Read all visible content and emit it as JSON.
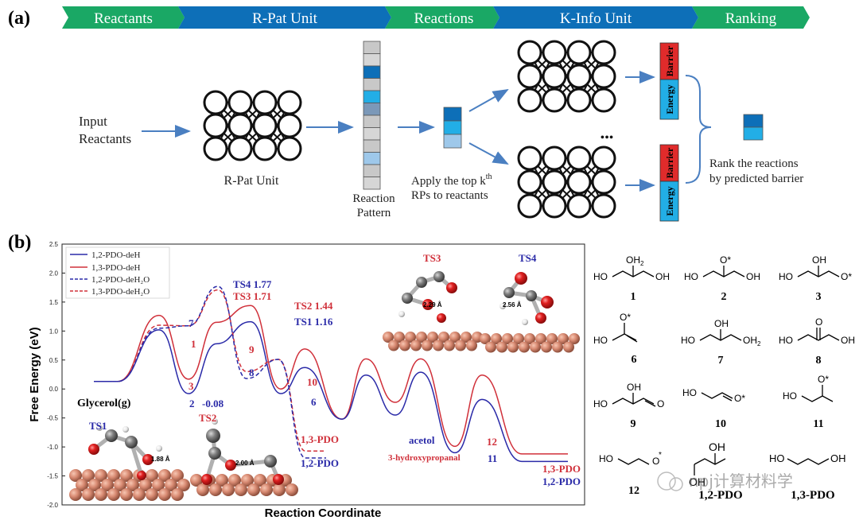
{
  "panel_a": {
    "label": "(a)",
    "steps": [
      "Reactants",
      "R-Pat Unit",
      "Reactions",
      "K-Info Unit",
      "Ranking"
    ],
    "input_line1": "Input",
    "input_line2": "Reactants",
    "rpat_caption": "R-Pat Unit",
    "pattern_line1": "Reaction",
    "pattern_line2": "Pattern",
    "apply_line1": "Apply  the top k",
    "apply_sup": "th",
    "apply_line2": "RPs to reactants",
    "dots": "•••",
    "barrier_label": "Barrier",
    "energy_label": "Energy",
    "rank_line1": "Rank the reactions",
    "rank_line2": "by predicted barrier",
    "colors": {
      "green": "#1aa865",
      "blue": "#0d6fb8",
      "red": "#e02b2b",
      "cyan": "#22aee6"
    }
  },
  "panel_b": {
    "label": "(b)",
    "y_label": "Free Energy (eV)",
    "x_label": "Reaction Coordinate",
    "y_ticks": [
      "2.5",
      "2.0",
      "1.5",
      "1.0",
      "0.5",
      "0.0",
      "-0.5",
      "-1.0",
      "-1.5",
      "-2.0"
    ],
    "legend": [
      "1,2-PDO-deH",
      "1,3-PDO-deH",
      "1,2-PDO-deH₂O",
      "1,3-PDO-deH₂O"
    ],
    "annotations": {
      "glycerol": "Glycerol(g)",
      "n7": "7",
      "n1": "1",
      "n3": "3",
      "n2": "2",
      "v_m008": "-0.08",
      "n9": "9",
      "n8": "8",
      "n10": "10",
      "n6": "6",
      "ts4": "TS4 1.77",
      "ts3": "TS3 1.71",
      "ts2": "TS2 1.44",
      "ts1": "TS1 1.16",
      "pdo13_mid": "1,3-PDO",
      "pdo12_mid": "1,2-PDO",
      "acetol": "acetol",
      "hydroxy": "3-hydroxypropanal",
      "n12": "12",
      "n11": "11",
      "pdo13_end": "1,3-PDO",
      "pdo12_end": "1,2-PDO"
    },
    "insets": {
      "ts1": "TS1",
      "ts1_dist": "1.88 Å",
      "ts2": "TS2",
      "ts2_dist": "2.00 Å",
      "ts3": "TS3",
      "ts3_dist": "2.29 Å",
      "ts4": "TS4",
      "ts4_dist": "2.56 Å"
    },
    "colors": {
      "series_12": "#2a2aa8",
      "series_13": "#d0303a",
      "atom_o": "#d42020",
      "atom_c": "#6e6e6e",
      "cu": "#d88a72"
    }
  },
  "chart_data": {
    "type": "line",
    "title": "",
    "xlabel": "Reaction Coordinate",
    "ylabel": "Free Energy (eV)",
    "ylim": [
      -2.0,
      2.5
    ],
    "series": [
      {
        "name": "1,2-PDO-deH",
        "values": [
          0.13,
          1.02,
          -0.08,
          0.78,
          1.16,
          -0.08,
          0.37,
          -0.52,
          0.24,
          -0.45,
          0.29,
          -1.1,
          -0.18,
          -1.25
        ]
      },
      {
        "name": "1,3-PDO-deH",
        "values": [
          0.13,
          1.27,
          0.17,
          1.15,
          1.44,
          0.0,
          0.69,
          -0.52,
          0.52,
          -0.23,
          0.52,
          -0.99,
          0.24,
          -1.12
        ]
      },
      {
        "name": "1,2-PDO-deH₂O",
        "values": [
          0.13,
          1.05,
          1.09,
          1.77,
          0.18,
          0.51,
          -1.19
        ]
      },
      {
        "name": "1,3-PDO-deH₂O",
        "values": [
          0.13,
          1.1,
          1.09,
          1.71,
          0.3,
          0.51,
          -1.07
        ]
      }
    ]
  },
  "structures": [
    {
      "label": "1",
      "sub": "2",
      "head": "OH"
    },
    {
      "label": "2",
      "head": "O*"
    },
    {
      "label": "3",
      "head": "OH",
      "tail": "O*"
    },
    {
      "label": "6",
      "head": "O*"
    },
    {
      "label": "7",
      "head": "OH",
      "tail": "OH",
      "sub": "2"
    },
    {
      "label": "8",
      "head": "O"
    },
    {
      "label": "9",
      "head": "OH"
    },
    {
      "label": "10",
      "tail": "O*"
    },
    {
      "label": "11",
      "head": "O*"
    },
    {
      "label": "12",
      "tail": "O*"
    },
    {
      "label": "1,2-PDO",
      "head": "OH"
    },
    {
      "label": "1,3-PDO",
      "head": "OH"
    }
  ],
  "structure_text": {
    "ho": "HO",
    "oh": "OH",
    "o": "O",
    "ostar": "O*",
    "star": "*",
    "h": "H"
  },
  "watermark": "npj计算材料学"
}
